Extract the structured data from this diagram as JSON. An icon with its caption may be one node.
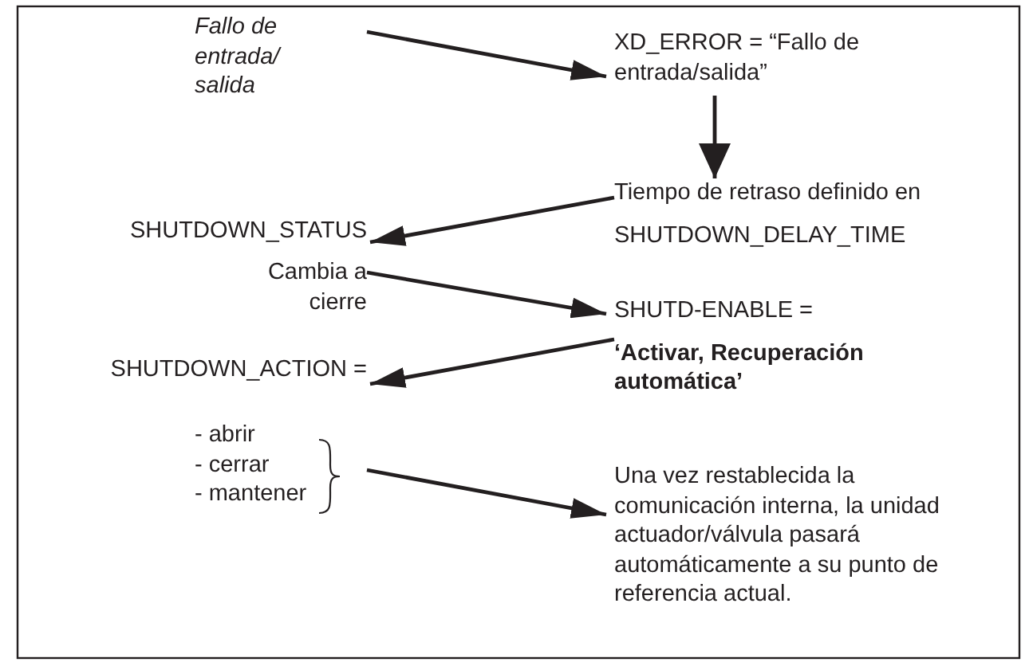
{
  "diagram": {
    "nodes": [
      {
        "text": [
          "Fallo de entrada/ salida"
        ]
      },
      {
        "text": [
          "XD_ERROR = “Fallo de entrada/salida”"
        ]
      },
      {
        "text": [
          "Tiempo de retraso definido en",
          "SHUTDOWN_DELAY_TIME"
        ]
      },
      {
        "text": [
          "SHUTDOWN_STATUS"
        ]
      },
      {
        "text": [
          "Cambia a cierre"
        ]
      },
      {
        "text": [
          "SHUTD-ENABLE =",
          "‘Activar, Recuperación automática’"
        ]
      },
      {
        "text": [
          "SHUTDOWN_ACTION ="
        ]
      },
      {
        "text": [
          "- abrir - cerrar - mantener"
        ]
      },
      {
        "text": [
          "Una vez restablecida la comunicación interna, la unidad actuador/válvula pasará automáticamente a su punto de referencia actual."
        ]
      }
    ],
    "edges": [
      {
        "from": 0,
        "to": 1,
        "arrow": "to"
      },
      {
        "from": 1,
        "to": 2,
        "arrow": "to"
      },
      {
        "from": 2,
        "to": 3,
        "arrow": "to"
      },
      {
        "from": 4,
        "to": 5,
        "arrow": "to"
      },
      {
        "from": 5,
        "to": 6,
        "arrow": "to"
      },
      {
        "from": 7,
        "to": 8,
        "arrow": "to"
      }
    ]
  }
}
